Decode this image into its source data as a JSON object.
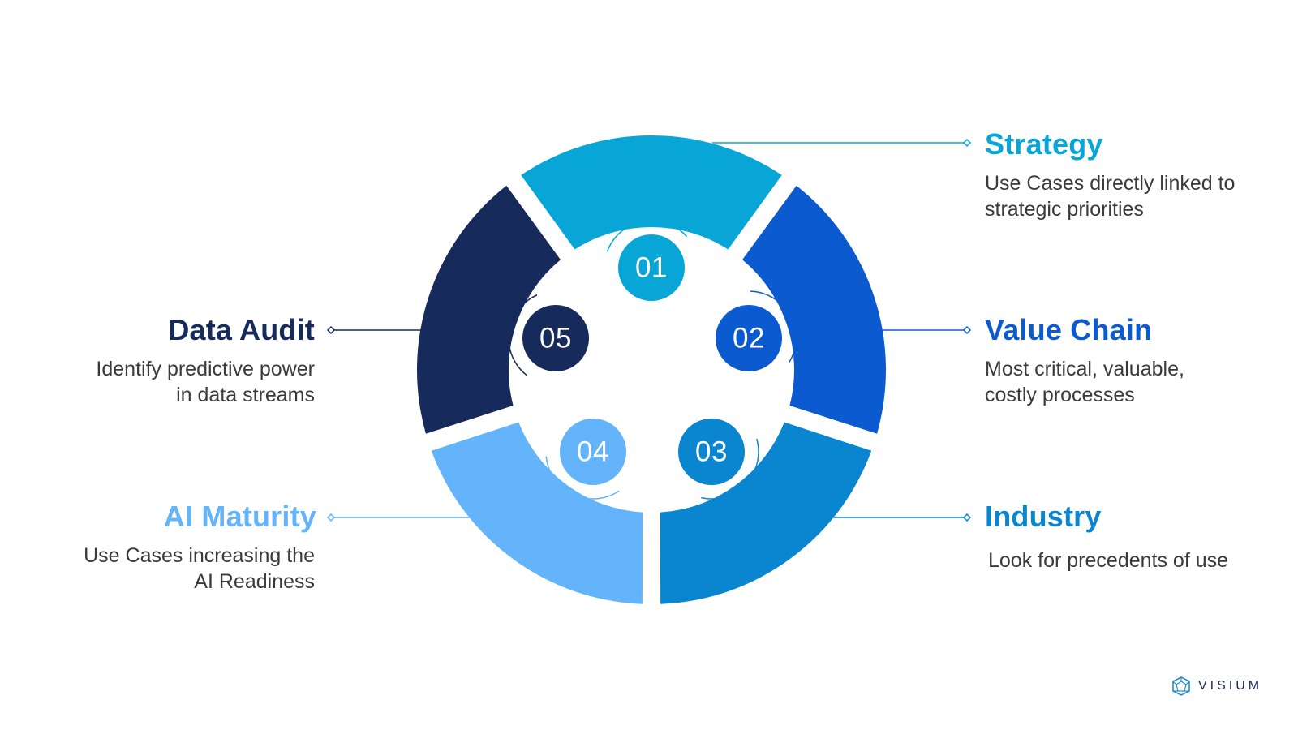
{
  "segments": [
    {
      "number": "01",
      "title": "Strategy",
      "description": [
        "Use Cases directly linked to",
        "strategic priorities"
      ],
      "color": "#08a6d6"
    },
    {
      "number": "02",
      "title": "Value Chain",
      "description": [
        "Most critical, valuable,",
        "costly processes"
      ],
      "color": "#0b5ad0"
    },
    {
      "number": "03",
      "title": "Industry",
      "description": [
        "Look for precedents of use"
      ],
      "color": "#0a86d0"
    },
    {
      "number": "04",
      "title": "AI Maturity",
      "description": [
        "Use Cases increasing the",
        "AI Readiness"
      ],
      "color": "#63b4fa"
    },
    {
      "number": "05",
      "title": "Data Audit",
      "description": [
        "Identify predictive power",
        "in data streams"
      ],
      "color": "#162a5b"
    }
  ],
  "brand": {
    "name": "VISIUM",
    "color": "#1c2a5a"
  }
}
